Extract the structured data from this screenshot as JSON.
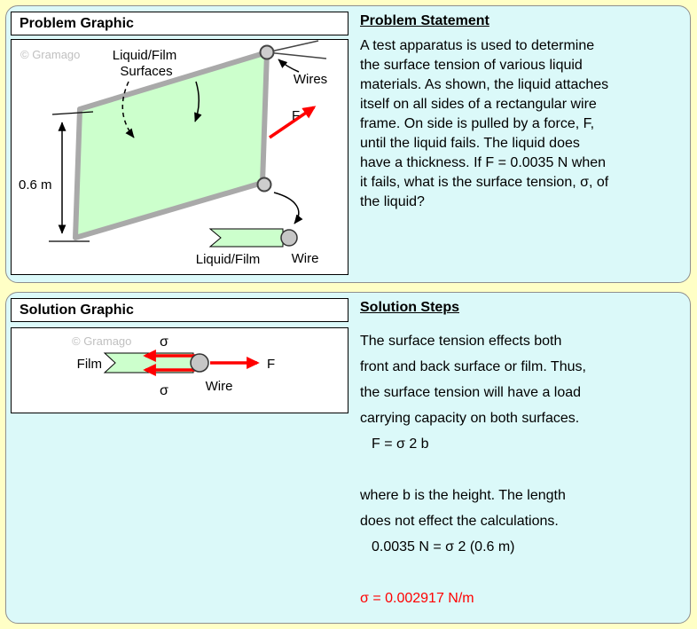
{
  "colors": {
    "page_bg": "#FFFFC6",
    "panel_bg": "#DBF9F9",
    "film_green": "#CCFFCC",
    "arrow_red": "#FF0000",
    "wire_gray": "#A9A9A9",
    "result_red": "#FF0000"
  },
  "problem_panel": {
    "graphic_title": "Problem Graphic",
    "statement_title": "Problem Statement",
    "statement_lines": [
      "A test apparatus is used to determine",
      "the surface tension of various liquid",
      "materials. As shown, the liquid attaches",
      "itself on all sides of a rectangular wire",
      "frame. On side is pulled by a force, F,",
      "until the liquid fails. The liquid does",
      "have a thickness. If F = 0.0035 N when",
      "it fails, what is the surface tension, σ, of",
      "the liquid?"
    ],
    "diagram": {
      "watermark": "© Gramago",
      "surfaces_label_line1": "Liquid/Film",
      "surfaces_label_line2": "Surfaces",
      "wires_label": "Wires",
      "force_label": "F",
      "height_label": "0.6 m",
      "film_label": "Liquid/Film",
      "wire_label": "Wire"
    }
  },
  "solution_panel": {
    "graphic_title": "Solution Graphic",
    "steps_title": "Solution Steps",
    "steps_lines": [
      "The surface tension effects both",
      "front and back surface or film. Thus,",
      "the surface tension will have a load",
      "carrying capacity on both surfaces."
    ],
    "formula1": "F = σ 2 b",
    "explain_lines": [
      "where b is the height. The length",
      "does not effect the calculations."
    ],
    "formula2": "0.0035 N = σ 2 (0.6 m)",
    "result": "σ = 0.002917 N/m",
    "diagram": {
      "watermark": "© Gramago",
      "film_label": "Film",
      "sigma_top": "σ",
      "sigma_bottom": "σ",
      "force_label": "F",
      "wire_label": "Wire"
    }
  }
}
